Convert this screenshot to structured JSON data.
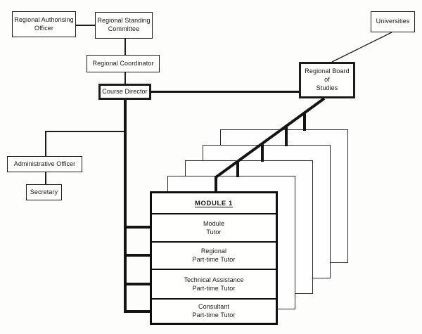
{
  "diagram": {
    "boxes": {
      "regional_authorising_officer": {
        "lines": [
          "Regional Authorising",
          "Officer"
        ]
      },
      "regional_standing_committee": {
        "lines": [
          "Regional Standing",
          "Committee"
        ]
      },
      "regional_coordinator": {
        "lines": [
          "Regional Coordinator"
        ]
      },
      "course_director": {
        "lines": [
          "Course Director"
        ]
      },
      "universities": {
        "lines": [
          "Universities"
        ]
      },
      "regional_board_of_studies": {
        "lines": [
          "Regional Board",
          "of",
          "Studies"
        ]
      },
      "administrative_officer": {
        "lines": [
          "Administrative Officer"
        ]
      },
      "secretary": {
        "lines": [
          "Secretary"
        ]
      }
    },
    "module_stack": {
      "visible_card_header": "MODULE 1",
      "background_card_count": 4,
      "sections": [
        {
          "lines": [
            "Module",
            "Tutor"
          ]
        },
        {
          "lines": [
            "Regional",
            "Part-time Tutor"
          ]
        },
        {
          "lines": [
            "Technical Assistance",
            "Part-time Tutor"
          ]
        },
        {
          "lines": [
            "Consultant",
            "Part-time Tutor"
          ]
        }
      ]
    },
    "colors": {
      "ink": "#1c1c1c",
      "background": "#fdfdfc"
    }
  }
}
